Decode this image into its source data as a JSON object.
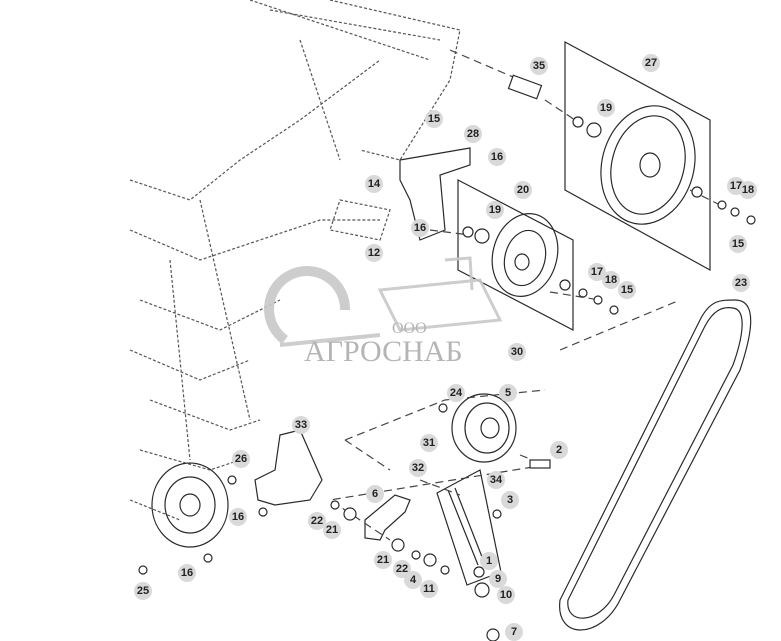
{
  "diagram": {
    "callouts": [
      "35",
      "27",
      "19",
      "15",
      "28",
      "16",
      "14",
      "20",
      "19",
      "17",
      "18",
      "16",
      "12",
      "15",
      "17",
      "18",
      "15",
      "23",
      "30",
      "24",
      "5",
      "31",
      "2",
      "33",
      "26",
      "32",
      "34",
      "3",
      "6",
      "16",
      "22",
      "21",
      "21",
      "22",
      "4",
      "1",
      "9",
      "11",
      "10",
      "16",
      "25",
      "7"
    ],
    "line_color": "#2a2a2a",
    "callout_bg": "#d9d9d9"
  },
  "watermark": {
    "prefix": "ООО",
    "name": "АГРОСНАБ",
    "icon": "gear-combine-logo"
  }
}
